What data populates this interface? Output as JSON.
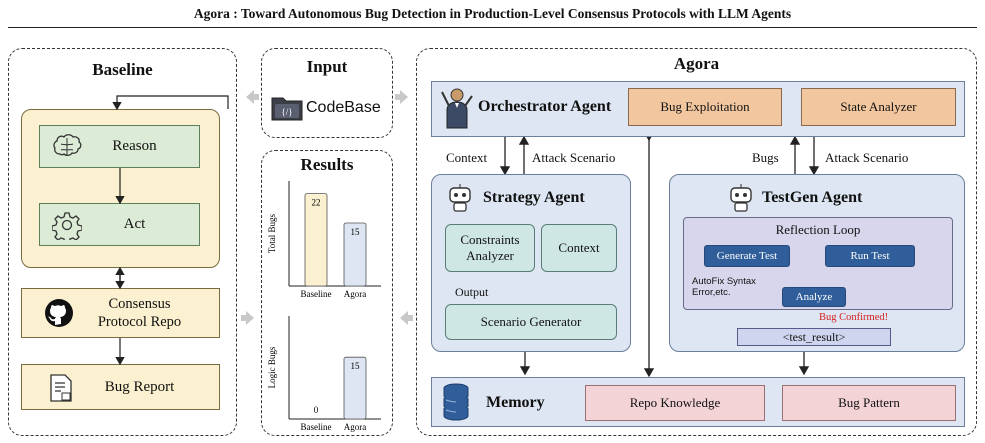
{
  "title": "Agora : Toward Autonomous Bug Detection in Production-Level Consensus Protocols with LLM Agents",
  "baseline": {
    "heading": "Baseline",
    "reason": "Reason",
    "act": "Act",
    "repo_line1": "Consensus",
    "repo_line2": "Protocol Repo",
    "report": "Bug Report"
  },
  "input": {
    "heading": "Input",
    "codebase": "CodeBase",
    "icon": "folder-code-icon"
  },
  "results": {
    "heading": "Results",
    "chart_data": [
      {
        "type": "bar",
        "categories": [
          "Baseline",
          "Agora"
        ],
        "values": [
          22,
          15
        ],
        "ylabel": "Total Bugs",
        "colors": [
          "#fbf0cf",
          "#dde6f2"
        ]
      },
      {
        "type": "bar",
        "categories": [
          "Baseline",
          "Agora"
        ],
        "values": [
          0,
          15
        ],
        "ylabel": "Logic Bugs",
        "colors": [
          "#fbf0cf",
          "#dde6f2"
        ]
      }
    ]
  },
  "agora": {
    "heading": "Agora",
    "orchestrator": "Orchestrator Agent",
    "bug_exploitation": "Bug Exploitation",
    "state_analyzer": "State Analyzer",
    "context_label": "Context",
    "attack_scenario_left": "Attack Scenario",
    "bugs_label": "Bugs",
    "attack_scenario_right": "Attack Scenario",
    "strategy": {
      "title": "Strategy Agent",
      "constraints_line1": "Constraints",
      "constraints_line2": "Analyzer",
      "context": "Context",
      "output": "Output",
      "scenario": "Scenario Generator"
    },
    "testgen": {
      "title": "TestGen Agent",
      "loop": "Reflection Loop",
      "generate": "Generate Test",
      "run": "Run Test",
      "analyze": "Analyze",
      "autofix_line1": "AutoFix Syntax",
      "autofix_line2": "Error,etc.",
      "confirmed": "Bug Confirmed!",
      "result": "<test_result>"
    },
    "memory": {
      "title": "Memory",
      "repo_knowledge": "Repo Knowledge",
      "bug_pattern": "Bug Pattern"
    }
  },
  "colors": {
    "green": "#dcebd6",
    "cream": "#fbf0cf",
    "blue": "#dde6f2",
    "teal": "#cfe7e4",
    "tan": "#f2c7a0",
    "pink": "#f4d3d6",
    "navy": "#2f5e9a",
    "red": "#d62020"
  }
}
